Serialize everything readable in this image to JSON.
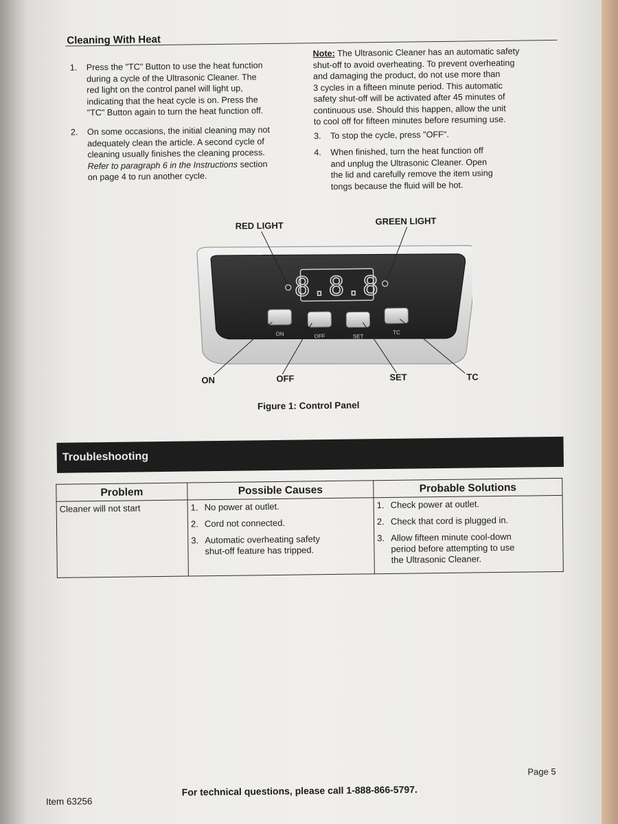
{
  "section_title": "Cleaning With Heat",
  "steps_left": [
    {
      "num": "1.",
      "text": "Press the \"TC\" Button to use the heat function\nduring a cycle of the Ultrasonic Cleaner.  The\nred light on the control panel will light up,\nindicating that the heat cycle is on.  Press the\n\"TC\" Button again to turn the heat function off."
    },
    {
      "num": "2.",
      "text": "On some occasions, the initial cleaning may not\nadequately clean the article.  A second cycle of\ncleaning usually finishes the cleaning process.",
      "ref_prefix": "Refer to paragraph 6 in the ",
      "ref_italic": "Instructions",
      "ref_suffix": " section\non page 4 to run another cycle."
    }
  ],
  "note": {
    "label": "Note:",
    "text": " The Ultrasonic Cleaner has an automatic safety\nshut-off to avoid overheating.  To prevent overheating\nand damaging the product, do not use more than\n3 cycles in a fifteen minute period.  This automatic\nsafety shut-off will be activated after 45 minutes of\ncontinuous use.  Should this happen, allow the unit\nto cool off for fifteen minutes before resuming use."
  },
  "steps_right": [
    {
      "num": "3.",
      "text": "To stop the cycle, press \"OFF\"."
    },
    {
      "num": "4.",
      "text": "When finished, turn the heat function off\nand unplug the Ultrasonic Cleaner.  Open\nthe lid and carefully remove the item using\ntongs because the fluid will be hot."
    }
  ],
  "figure": {
    "label_red_light": "RED LIGHT",
    "label_green_light": "GREEN LIGHT",
    "display": "8.8.8",
    "button_on": "ON",
    "button_off": "OFF",
    "button_set": "SET",
    "button_tc": "TC",
    "callout_on": "ON",
    "callout_off": "OFF",
    "callout_set": "SET",
    "callout_tc": "TC",
    "caption": "Figure 1:  Control Panel"
  },
  "troubleshooting": {
    "title": "Troubleshooting",
    "headers": [
      "Problem",
      "Possible Causes",
      "Probable Solutions"
    ],
    "problem": "Cleaner will not start",
    "causes": [
      {
        "num": "1.",
        "text": "No power at outlet."
      },
      {
        "num": "2.",
        "text": "Cord not connected."
      },
      {
        "num": "3.",
        "text": "Automatic overheating safety\nshut-off feature has tripped."
      }
    ],
    "solutions": [
      {
        "num": "1.",
        "text": "Check power at outlet."
      },
      {
        "num": "2.",
        "text": "Check that cord is plugged in."
      },
      {
        "num": "3.",
        "text": "Allow fifteen minute cool-down\nperiod before attempting to use\nthe Ultrasonic Cleaner."
      }
    ]
  },
  "footer": {
    "item": "Item 63256",
    "tech": "For technical questions, please call 1-888-866-5797.",
    "page": "Page 5"
  }
}
